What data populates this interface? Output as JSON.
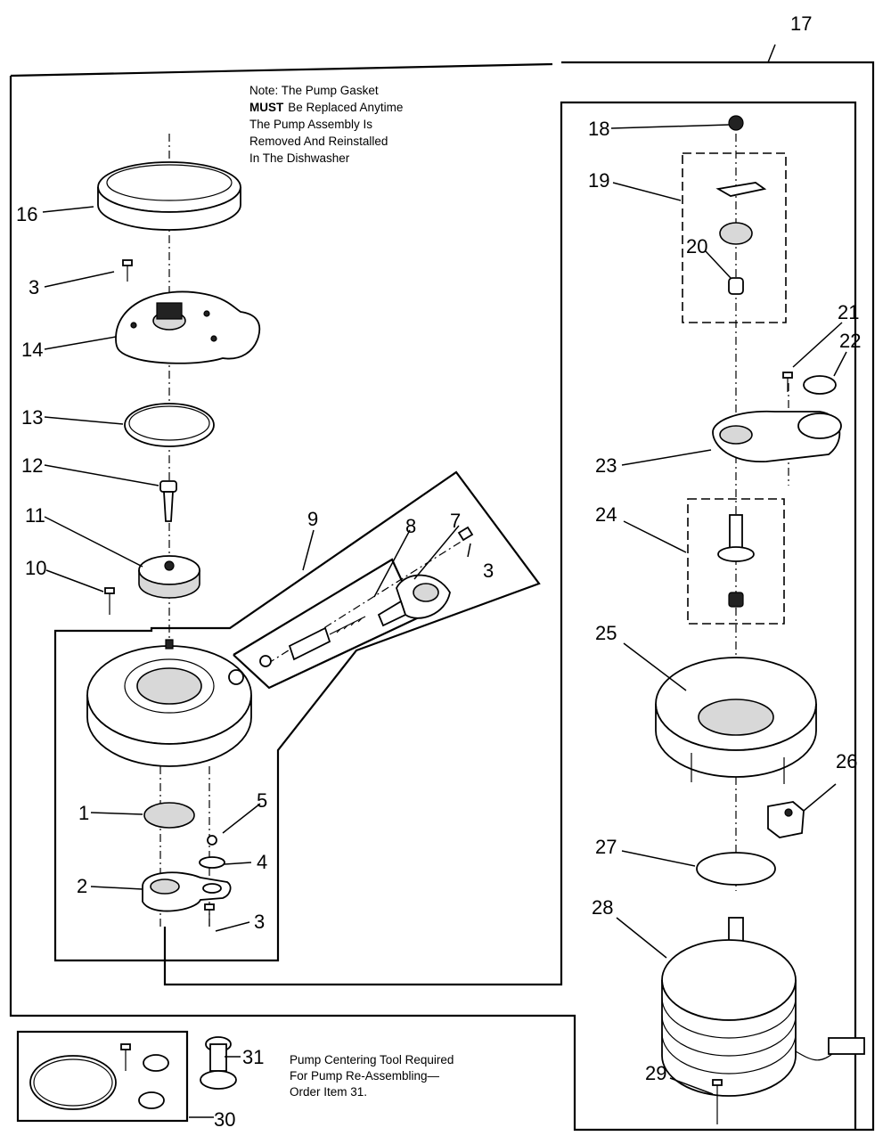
{
  "note": {
    "line1": "Note: The Pump Gasket",
    "line2_bold": "MUST",
    "line2_rest": "Be Replaced Anytime",
    "line3": "The Pump Assembly Is",
    "line4": "Removed And Reinstalled",
    "line5": "In The Dishwasher"
  },
  "tool_note": {
    "line1": "Pump Centering Tool Required",
    "line2": "For Pump Re-Assembling—",
    "line3": "Order Item 31."
  },
  "callouts": {
    "c1": "1",
    "c2": "2",
    "c3a": "3",
    "c3b": "3",
    "c3c": "3",
    "c4": "4",
    "c5": "5",
    "c7": "7",
    "c8": "8",
    "c9": "9",
    "c10": "10",
    "c11": "11",
    "c12": "12",
    "c13": "13",
    "c14": "14",
    "c16": "16",
    "c17": "17",
    "c18": "18",
    "c19": "19",
    "c20": "20",
    "c21": "21",
    "c22": "22",
    "c23": "23",
    "c24": "24",
    "c25": "25",
    "c26": "26",
    "c27": "27",
    "c28": "28",
    "c29": "29",
    "c30": "30",
    "c31": "31"
  }
}
